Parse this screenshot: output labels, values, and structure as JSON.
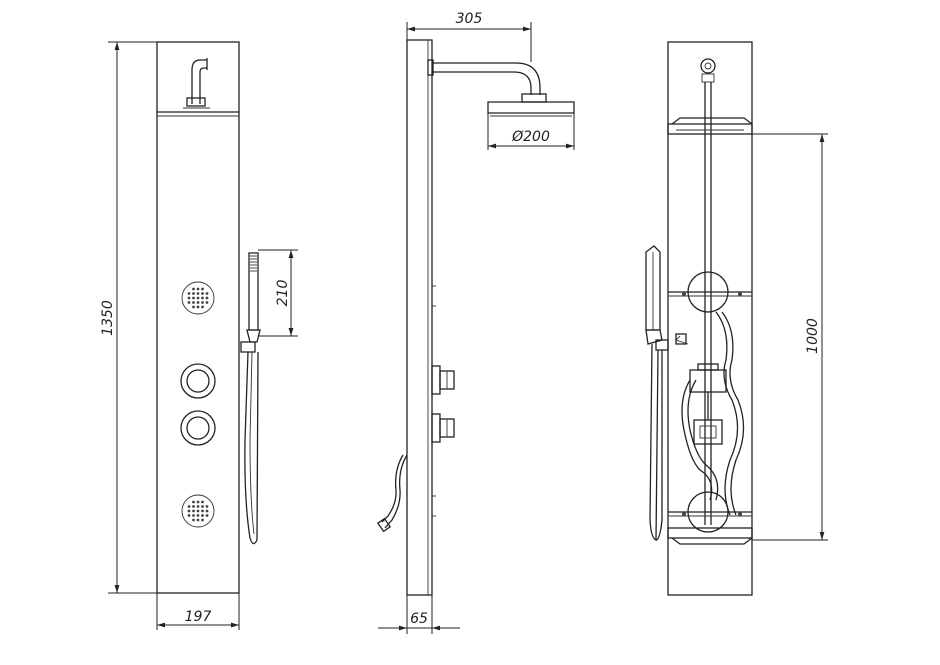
{
  "diagram": {
    "front_view": {
      "height_label": "1350",
      "width_label": "197",
      "hand_shower_label": "210"
    },
    "side_view": {
      "arm_reach_label": "305",
      "head_diameter_label": "Ø200",
      "depth_label": "65"
    },
    "rear_view": {
      "mount_spacing_label": "1000"
    }
  }
}
